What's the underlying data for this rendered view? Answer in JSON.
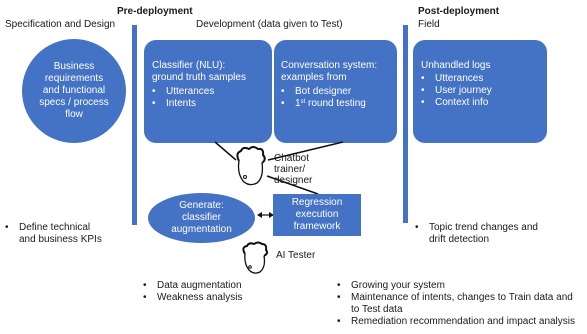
{
  "header": {
    "pre_deployment": "Pre-deployment",
    "spec_design": "Specification and Design",
    "development": "Development (data given to Test)",
    "post_deployment": "Post-deployment",
    "field": "Field"
  },
  "spec": {
    "circle_text": [
      "Business",
      "requirements",
      "and functional",
      "specs / process",
      "flow"
    ],
    "bullet": [
      "Define technical",
      "and business KPIs"
    ]
  },
  "classifier_box": {
    "title": [
      "Classifier (NLU):",
      "ground truth samples"
    ],
    "items": [
      "Utterances",
      "Intents"
    ]
  },
  "conversation_box": {
    "title": [
      "Conversation system:",
      "examples from"
    ],
    "items": [
      "Bot designer",
      "round testing"
    ],
    "first_prefix": "1",
    "first_sup": "st"
  },
  "unhandled_box": {
    "title": "Unhandled logs",
    "items": [
      "Utterances",
      "User journey",
      "Context info"
    ]
  },
  "chatbot_trainer": [
    "Chatbot",
    "trainer/",
    "designer"
  ],
  "generate": [
    "Generate:",
    "classifier",
    "augmentation"
  ],
  "regression": [
    "Regression",
    "execution",
    "framework"
  ],
  "ai_tester": "AI Tester",
  "field_bullet": [
    "Topic trend changes and",
    "drift detection"
  ],
  "bottom_left": [
    "Data augmentation",
    "Weakness analysis"
  ],
  "bottom_right": {
    "line1": "Growing your system",
    "line2a": "Maintenance of intents, changes to Train data and",
    "line2b": "to Test data",
    "line3": "Remediation recommendation and impact analysis"
  },
  "colors": {
    "accent": "#4472c4",
    "text": "#1a1a1a"
  },
  "icons": [
    "person-icon",
    "person-icon",
    "double-arrow-icon"
  ]
}
